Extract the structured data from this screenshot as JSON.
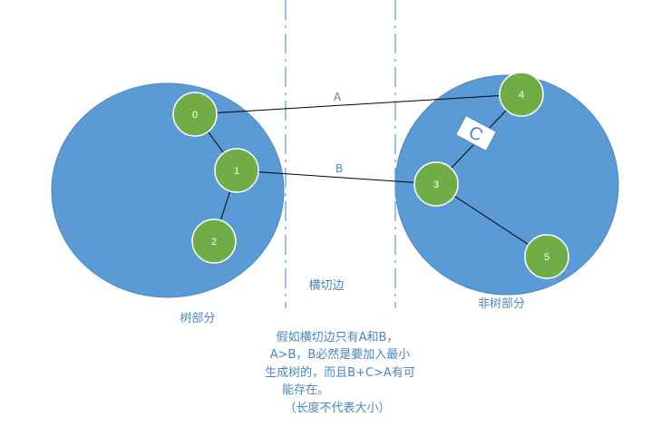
{
  "regions": {
    "tree_label": "树部分",
    "non_tree_label": "非树部分",
    "cut_label": "横切边"
  },
  "edges": {
    "a_label": "A",
    "b_label": "B",
    "c_label": "C"
  },
  "nodes": [
    "0",
    "1",
    "2",
    "3",
    "4",
    "5"
  ],
  "note": {
    "lines": [
      "假如横切边只有A和B，",
      "A>B，B必然是要加入最小",
      "生成树的，而且B+C>A有可",
      "能存在。",
      "（长度不代表大小）"
    ]
  },
  "colors": {
    "region_fill": "#5b9bd5",
    "region_stroke": "#4a86c5",
    "node_fill": "#70ad47",
    "node_stroke": "#ffffff",
    "edge": "#000000",
    "text": "#4a86c5",
    "cut_line": "#5b9bd5"
  }
}
